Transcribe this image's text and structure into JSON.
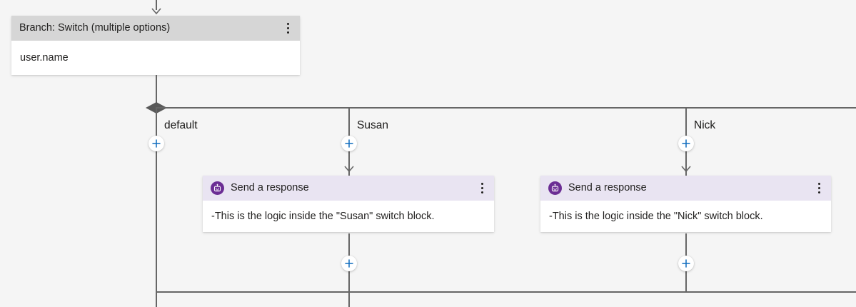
{
  "canvas": {
    "background": "#f5f5f5",
    "connector_color": "#666666",
    "accent_blue": "#0f6cbd",
    "switch_header_bg": "#d6d6d6",
    "response_header_bg": "#e9e4f2",
    "bot_icon_bg": "#6b2d94",
    "diamond_color": "#595959"
  },
  "switch_node": {
    "title": "Branch: Switch (multiple options)",
    "condition_value": "user.name",
    "menu_icon": "more-vertical-icon",
    "incoming_arrow": "arrow-down-icon"
  },
  "branches": [
    {
      "label": "default",
      "add_button_label": "+",
      "add_button_icon": "plus-icon",
      "node": null
    },
    {
      "label": "Susan",
      "add_button_label": "+",
      "add_button_icon": "plus-icon",
      "node": {
        "icon": "bot-icon",
        "title": "Send a response",
        "menu_icon": "more-vertical-icon",
        "body_text": "-This is the logic inside the \"Susan\" switch block."
      },
      "trailing_add_button_label": "+"
    },
    {
      "label": "Nick",
      "add_button_label": "+",
      "add_button_icon": "plus-icon",
      "node": {
        "icon": "bot-icon",
        "title": "Send a response",
        "menu_icon": "more-vertical-icon",
        "body_text": "-This is the logic inside the \"Nick\" switch block."
      },
      "trailing_add_button_label": "+"
    }
  ]
}
